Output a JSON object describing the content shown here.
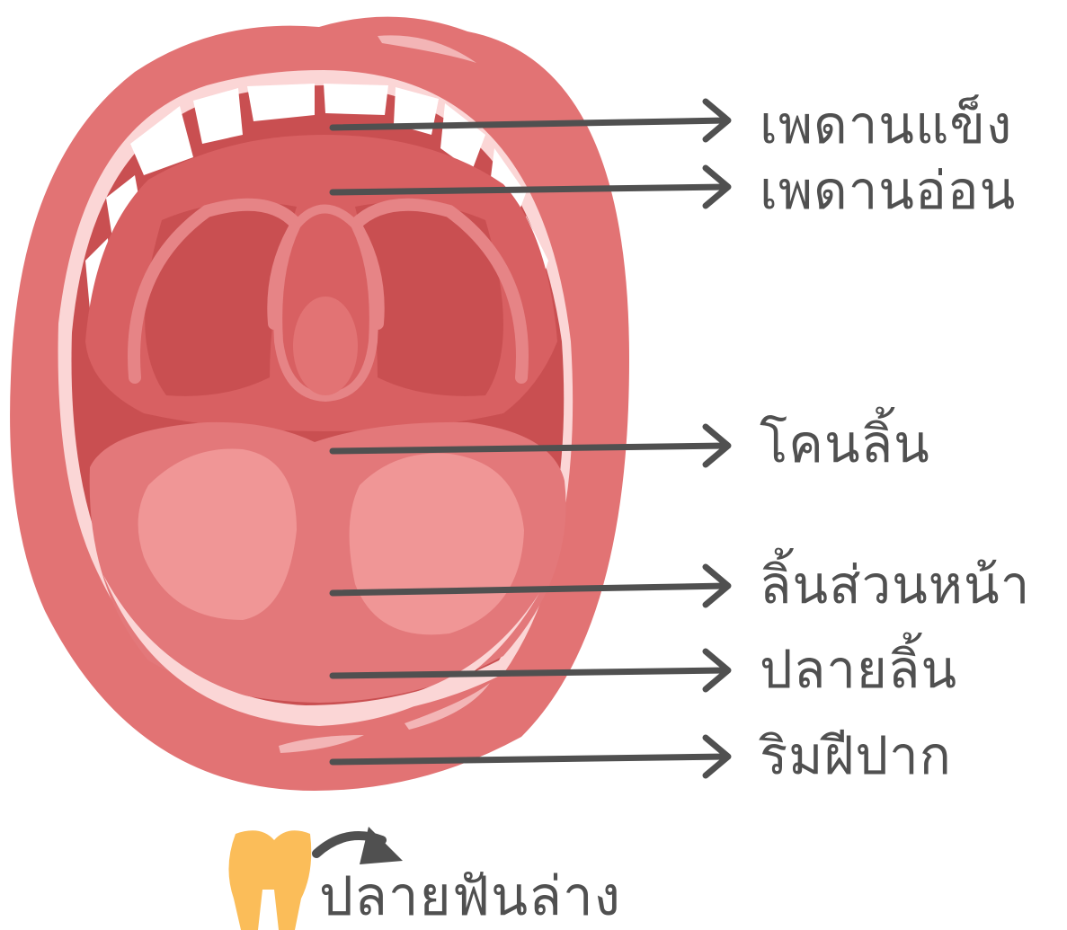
{
  "labels": [
    "เพดานแข็ง",
    "เพดานอ่อน",
    "โคนลิ้น",
    "ลิ้นส่วนหน้า",
    "ปลายลิ้น",
    "ริมฝีปาก"
  ],
  "bottom_label": "ปลายฟันล่าง",
  "colors": {
    "lip": "#e27374",
    "lip_highlight": "#f3b5b6",
    "inner_dark": "#c94f51",
    "palate": "#d86062",
    "palate_ridge": "#e68486",
    "tongue": "#e3787a",
    "tongue_patch": "#f09696",
    "teeth": "#ffffff",
    "arrow": "#505050",
    "label_text": "#505050",
    "tooth_icon": "#fbbd59"
  }
}
